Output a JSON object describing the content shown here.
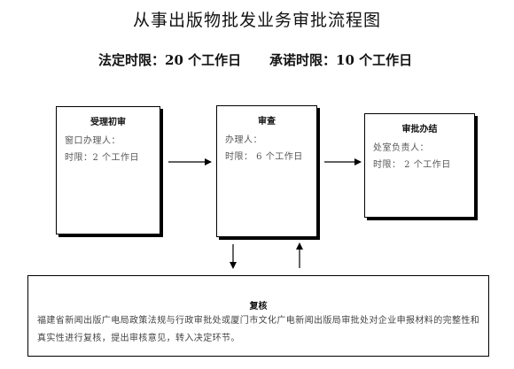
{
  "title": "从事出版物批发业务审批流程图",
  "subtitle": {
    "legal_limit": "法定时限：20 个工作日",
    "promised_limit": "承诺时限：10 个工作日"
  },
  "steps": [
    {
      "title": "受理初审",
      "lines": [
        "窗口办理人：",
        "时限：2 个工作日"
      ]
    },
    {
      "title": "审查",
      "lines": [
        "办理人：",
        "时限： 6 个工作日"
      ]
    },
    {
      "title": "审批办结",
      "lines": [
        "处室负责人：",
        "时限： 2 个工作日"
      ]
    }
  ],
  "review": {
    "title": "复核",
    "body": "福建省新闻出版广电局政策法规与行政审批处或厦门市文化广电新闻出版局审批处对企业申报材料的完整性和真实性进行复核，提出审核意见，转入决定环节。"
  }
}
